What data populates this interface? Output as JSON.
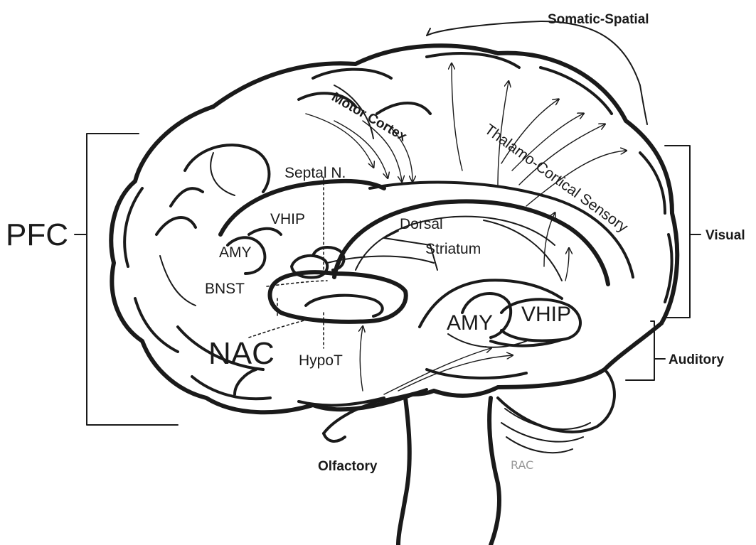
{
  "labels": {
    "somatic_spatial": "Somatic-Spatial",
    "motor_cortex": "Motor Cortex",
    "thalamo_cortical": "Thalamo-Cortical Sensory",
    "septal": "Septal N.",
    "vhip_left": "VHIP",
    "amy_left": "AMY",
    "bnst": "BNST",
    "nac": "NAC",
    "dorsal": "Dorsal",
    "striatum": "Striatum",
    "hypot": "HypoT",
    "amy_right": "AMY",
    "vhip_right": "VHIP",
    "pfc": "PFC",
    "visual": "Visual",
    "auditory": "Auditory",
    "olfactory": "Olfactory",
    "signature": "RAC"
  },
  "colors": {
    "ink": "#1a1a1a",
    "background": "#ffffff"
  }
}
